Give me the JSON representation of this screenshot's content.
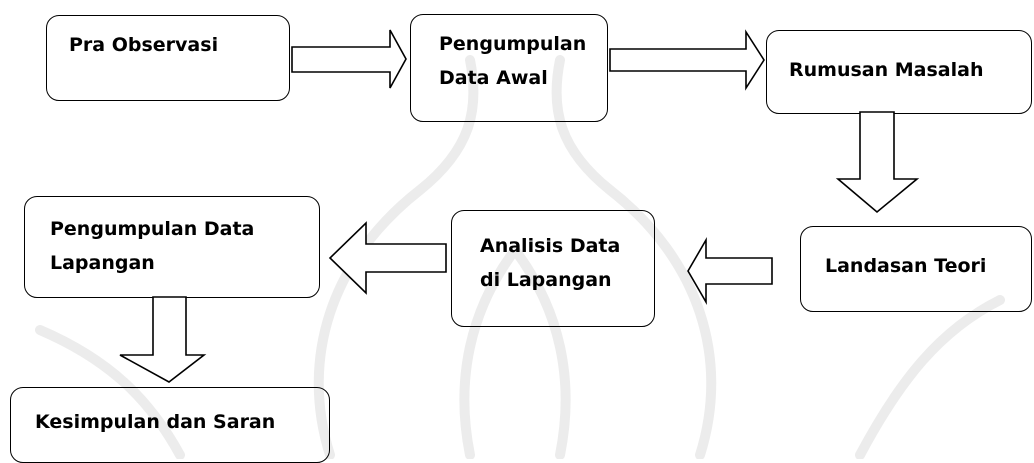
{
  "diagram": {
    "nodes": [
      {
        "id": "pra-observasi",
        "label": "Pra Observasi"
      },
      {
        "id": "pengumpulan-data-awal",
        "label": "Pengumpulan\nData Awal"
      },
      {
        "id": "rumusan-masalah",
        "label": "Rumusan Masalah"
      },
      {
        "id": "landasan-teori",
        "label": "Landasan Teori"
      },
      {
        "id": "analisis-data",
        "label": "Analisis Data\ndi Lapangan"
      },
      {
        "id": "pengumpulan-data-lapangan",
        "label": "Pengumpulan Data\nLapangan"
      },
      {
        "id": "kesimpulan-saran",
        "label": "Kesimpulan dan Saran"
      }
    ],
    "edges": [
      {
        "from": "pra-observasi",
        "to": "pengumpulan-data-awal"
      },
      {
        "from": "pengumpulan-data-awal",
        "to": "rumusan-masalah"
      },
      {
        "from": "rumusan-masalah",
        "to": "landasan-teori"
      },
      {
        "from": "landasan-teori",
        "to": "analisis-data"
      },
      {
        "from": "analisis-data",
        "to": "pengumpulan-data-lapangan"
      },
      {
        "from": "pengumpulan-data-lapangan",
        "to": "kesimpulan-saran"
      }
    ],
    "colors": {
      "stroke": "#000000",
      "text": "#000000",
      "watermark": "#ececec"
    }
  }
}
